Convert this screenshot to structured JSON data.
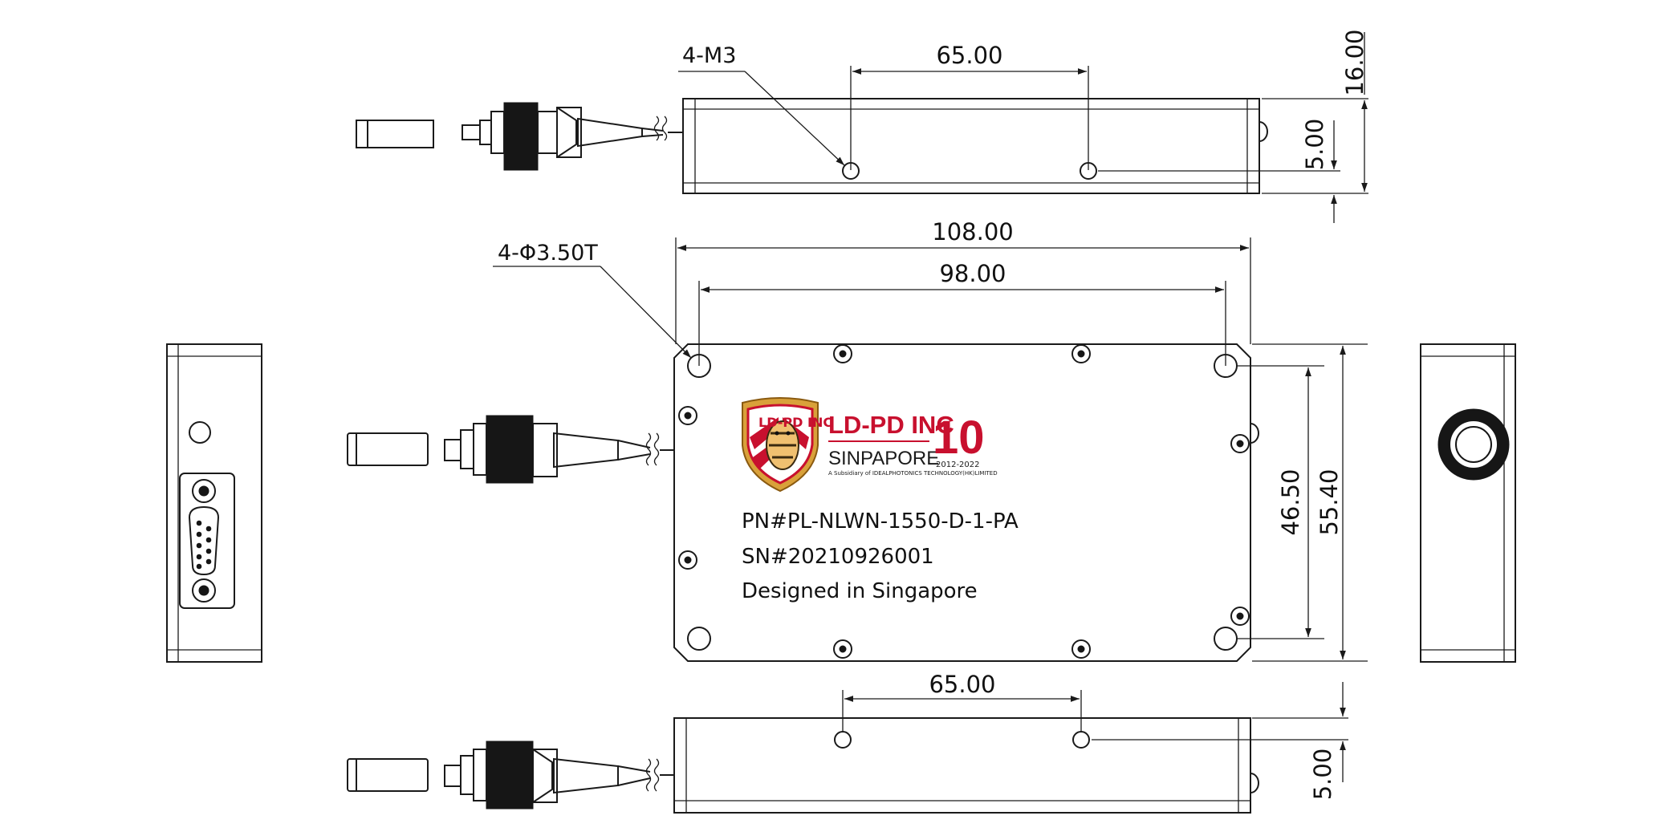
{
  "dimensions": {
    "top_hole_spacing": "65.00",
    "top_height": "16.00",
    "top_hole_offset": "5.00",
    "overall_length": "108.00",
    "mount_spacing_x": "98.00",
    "mount_spacing_y": "46.50",
    "overall_width": "55.40",
    "bottom_hole_spacing": "65.00",
    "bottom_hole_offset": "5.00"
  },
  "callouts": {
    "top_thread": "4-M3",
    "mount_holes": "4-Φ3.50T"
  },
  "label": {
    "brand": "LD-PD INC",
    "anniversary": "10",
    "location": "SINPAPORE",
    "years": "2012-2022",
    "subsidiary": "A Subsidiary of IDEALPHOTONICS TECHNOLOGY(HK)LIMITED",
    "part_number": "PN#PL-NLWN-1550-D-1-PA",
    "serial_number": "SN#20210926001",
    "origin": "Designed in Singapore"
  },
  "colors": {
    "brand_red": "#c8102e",
    "shield_gold": "#d9a13a",
    "line": "#1a1a1a"
  }
}
